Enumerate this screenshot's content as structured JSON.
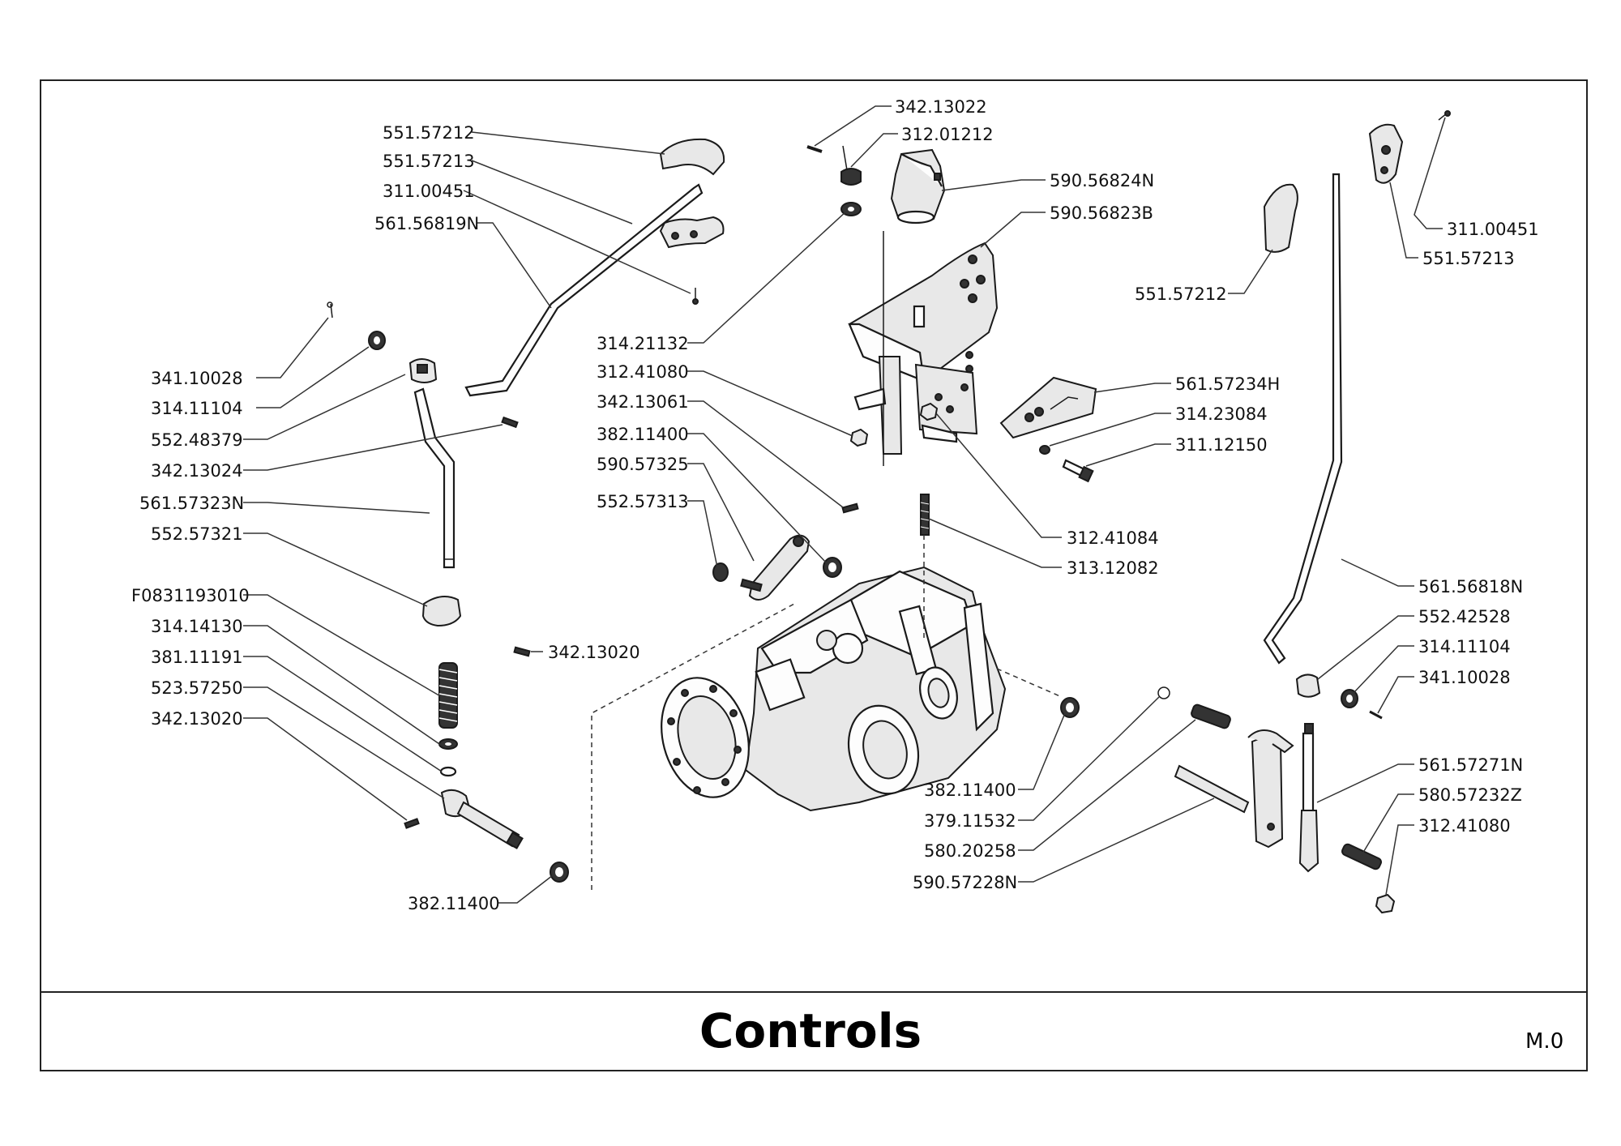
{
  "title": "Controls",
  "sheet": "M.0",
  "labels": {
    "l551_57212_a": "551.57212",
    "l551_57213_a": "551.57213",
    "l311_00451_a": "311.00451",
    "l561_56819N": "561.56819N",
    "l341_10028_a": "341.10028",
    "l314_11104_a": "314.11104",
    "l552_48379": "552.48379",
    "l342_13024": "342.13024",
    "l561_57323N": "561.57323N",
    "l552_57321": "552.57321",
    "lF0831193010": "F0831193010",
    "l314_14130": "314.14130",
    "l381_11191": "381.11191",
    "l523_57250": "523.57250",
    "l342_13020_a": "342.13020",
    "l342_13020_b": "342.13020",
    "l382_11400_a": "382.11400",
    "l342_13022": "342.13022",
    "l312_01212": "312.01212",
    "l590_56824N": "590.56824N",
    "l590_56823B": "590.56823B",
    "l314_21132": "314.21132",
    "l312_41080_a": "312.41080",
    "l342_13061": "342.13061",
    "l382_11400_b": "382.11400",
    "l590_57325": "590.57325",
    "l552_57313": "552.57313",
    "l561_57234H": "561.57234H",
    "l314_23084": "314.23084",
    "l311_12150": "311.12150",
    "l312_41084": "312.41084",
    "l313_12082": "313.12082",
    "l382_11400_c": "382.11400",
    "l379_11532": "379.11532",
    "l580_20258": "580.20258",
    "l590_57228N": "590.57228N",
    "l311_00451_b": "311.00451",
    "l551_57213_b": "551.57213",
    "l551_57212_b": "551.57212",
    "l561_56818N": "561.56818N",
    "l552_42528": "552.42528",
    "l314_11104_b": "314.11104",
    "l341_10028_b": "341.10028",
    "l561_57271N": "561.57271N",
    "l580_57232Z": "580.57232Z",
    "l312_41080_b": "312.41080"
  }
}
